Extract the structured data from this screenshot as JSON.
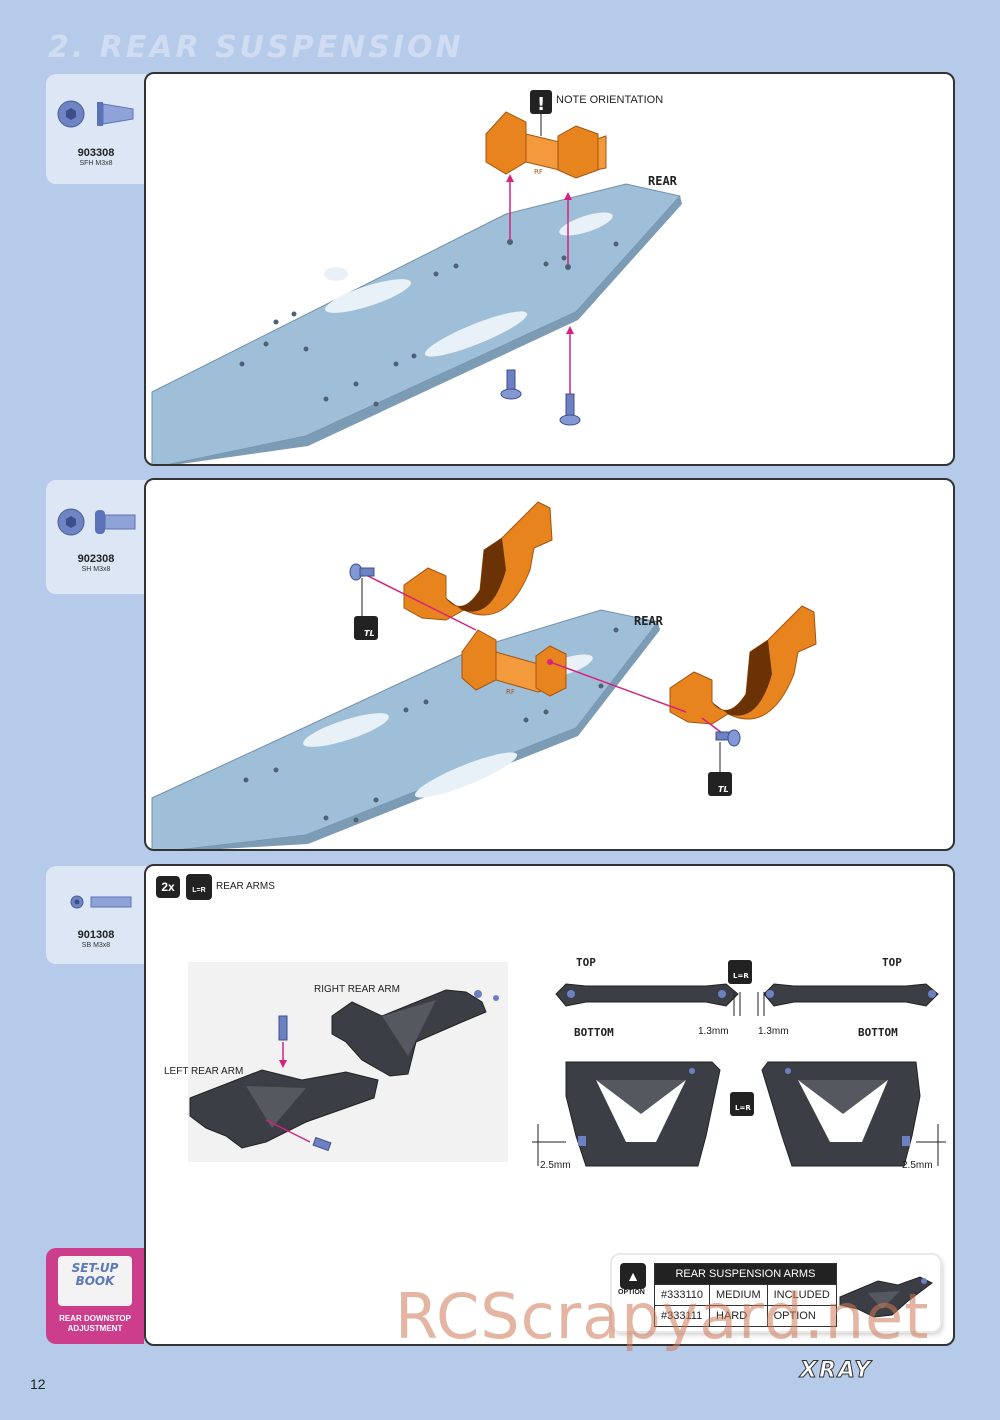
{
  "section": {
    "title": "2. REAR SUSPENSION"
  },
  "parts": [
    {
      "number": "903308",
      "desc": "SFH M3x8"
    },
    {
      "number": "902308",
      "desc": "SH M3x8"
    },
    {
      "number": "901308",
      "desc": "SB M3x8"
    }
  ],
  "step1": {
    "note": "NOTE ORIENTATION",
    "rear": "REAR",
    "part_mark": "RF"
  },
  "step2": {
    "rear": "REAR",
    "part_mark": "RF",
    "glue_mark": "TL"
  },
  "step3": {
    "qty": "2x",
    "lr_mark": "L=R",
    "title": "REAR ARMS",
    "right_label": "RIGHT REAR ARM",
    "left_label": "LEFT REAR ARM",
    "top_label": "TOP",
    "bottom_label": "BOTTOM",
    "dim_13": "1.3mm",
    "dim_25": "2.5mm"
  },
  "option": {
    "icon_label": "OPTION",
    "header": "REAR SUSPENSION ARMS",
    "rows": [
      [
        "#333110",
        "MEDIUM",
        "INCLUDED"
      ],
      [
        "#333111",
        "HARD",
        "OPTION"
      ]
    ]
  },
  "setup_book": {
    "title_1": "SET-UP",
    "title_2": "BOOK",
    "caption": "REAR DOWNSTOP ADJUSTMENT"
  },
  "page_number": "12",
  "brand": "XRAY",
  "watermark": "RCScrapyard.net",
  "colors": {
    "background": "#b6cbea",
    "aluminium": "#9fbfd8",
    "orange": "#e8841e",
    "arm": "#3b3e44",
    "pink": "#d4237f"
  }
}
